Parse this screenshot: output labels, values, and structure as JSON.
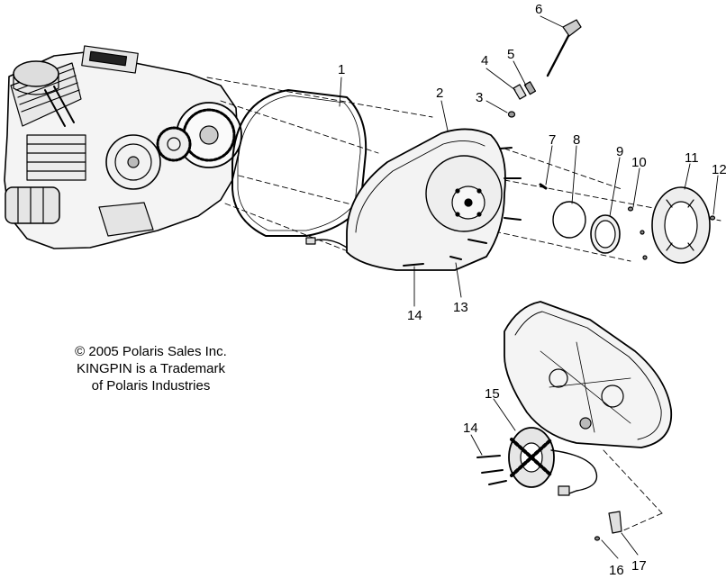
{
  "copyright": {
    "line1": "© 2005 Polaris Sales Inc.",
    "line2": "KINGPIN is a Trademark",
    "line3": "of Polaris Industries"
  },
  "callouts": {
    "c1": "1",
    "c2": "2",
    "c3": "3",
    "c4": "4",
    "c5": "5",
    "c6": "6",
    "c7": "7",
    "c8": "8",
    "c9": "9",
    "c10": "10",
    "c11": "11",
    "c12": "12",
    "c13": "13",
    "c14a": "14",
    "c14b": "14",
    "c15": "15",
    "c16": "16",
    "c17": "17"
  }
}
